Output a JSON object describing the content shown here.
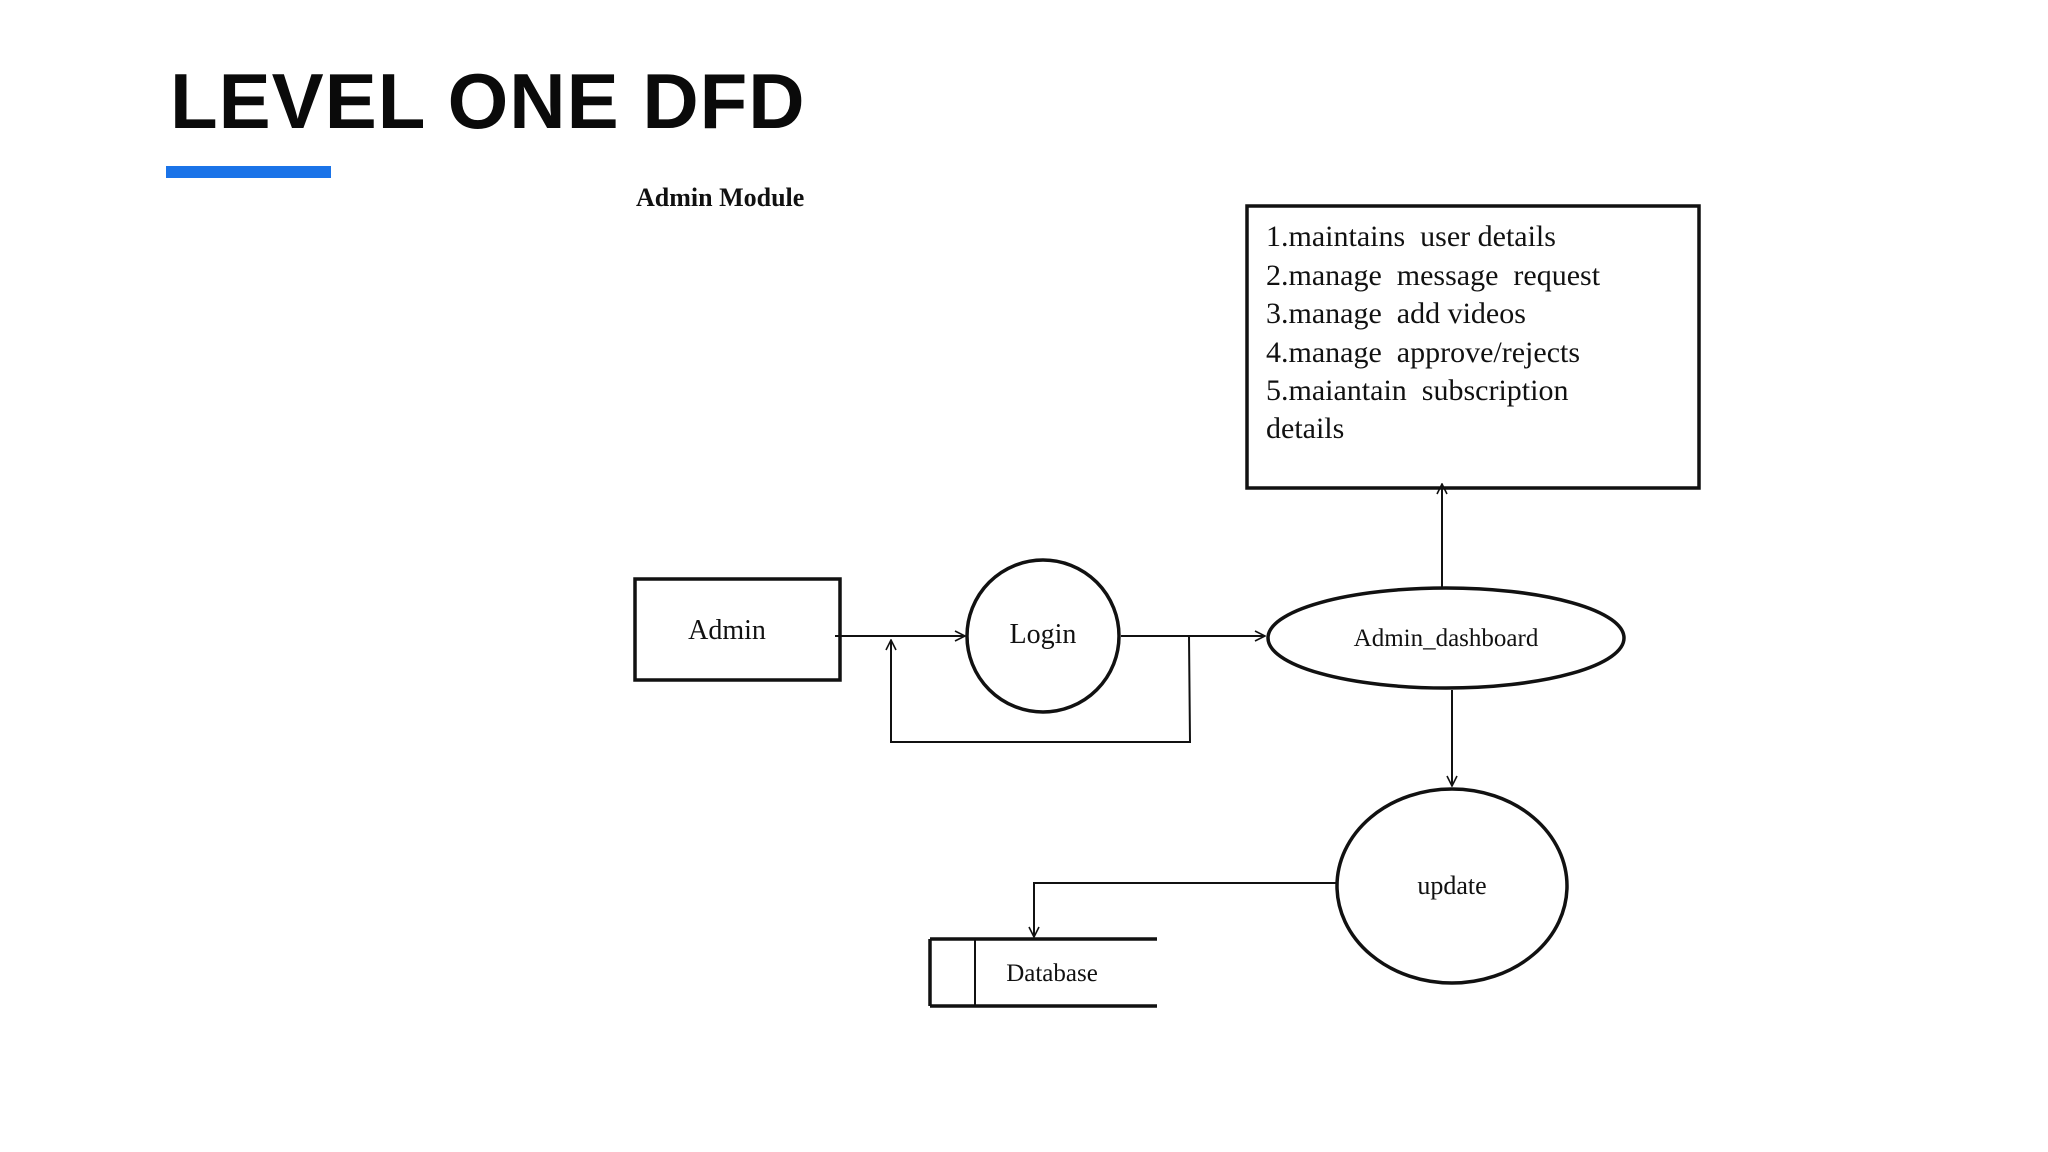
{
  "slide": {
    "title": "LEVEL ONE DFD",
    "accent_color": "#1a73e8"
  },
  "diagram": {
    "module_label": "Admin Module",
    "entity_admin": "Admin",
    "process_login": "Login",
    "process_dashboard": "Admin_dashboard",
    "process_update": "update",
    "store_database": "Database",
    "function_lines": [
      "1.maintains  user details",
      "2.manage  message  request",
      "3.manage  add videos",
      "4.manage  approve/rejects",
      "5.maiantain  subscription",
      "details"
    ]
  }
}
